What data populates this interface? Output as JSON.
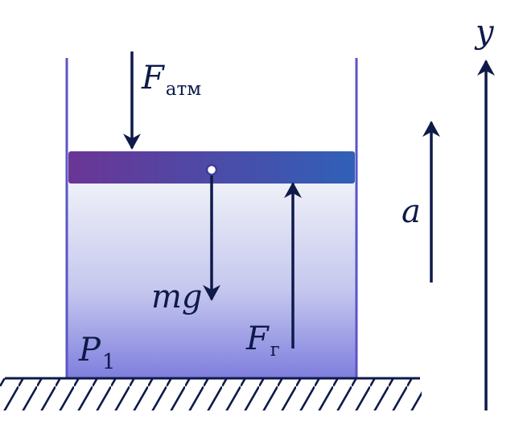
{
  "labels": {
    "f_atm": "F",
    "f_atm_sub": "атм",
    "gravity": "mg",
    "f_gas": "F",
    "f_gas_sub": "г",
    "pressure": "P",
    "pressure_sub": "1",
    "acceleration": "a",
    "axis": "y"
  },
  "colors": {
    "ink": "#0d1a4a",
    "wall": "#5a55c6",
    "piston_left": "#6a3596",
    "piston_right": "#3060b8",
    "gas_top": "#eef0f8",
    "gas_bottom": "#7f7fde"
  }
}
